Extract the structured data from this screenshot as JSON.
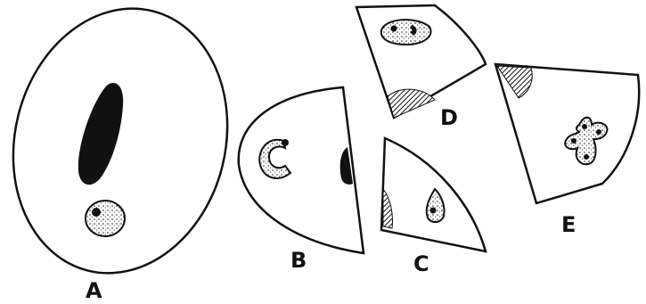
{
  "figures": [
    {
      "id": "A",
      "label": "A"
    },
    {
      "id": "B",
      "label": "B"
    },
    {
      "id": "C",
      "label": "C"
    },
    {
      "id": "D",
      "label": "D"
    },
    {
      "id": "E",
      "label": "E"
    }
  ],
  "colors": {
    "ink": "#111111",
    "paper": "#ffffff",
    "stipple": "#c8c8c8"
  }
}
